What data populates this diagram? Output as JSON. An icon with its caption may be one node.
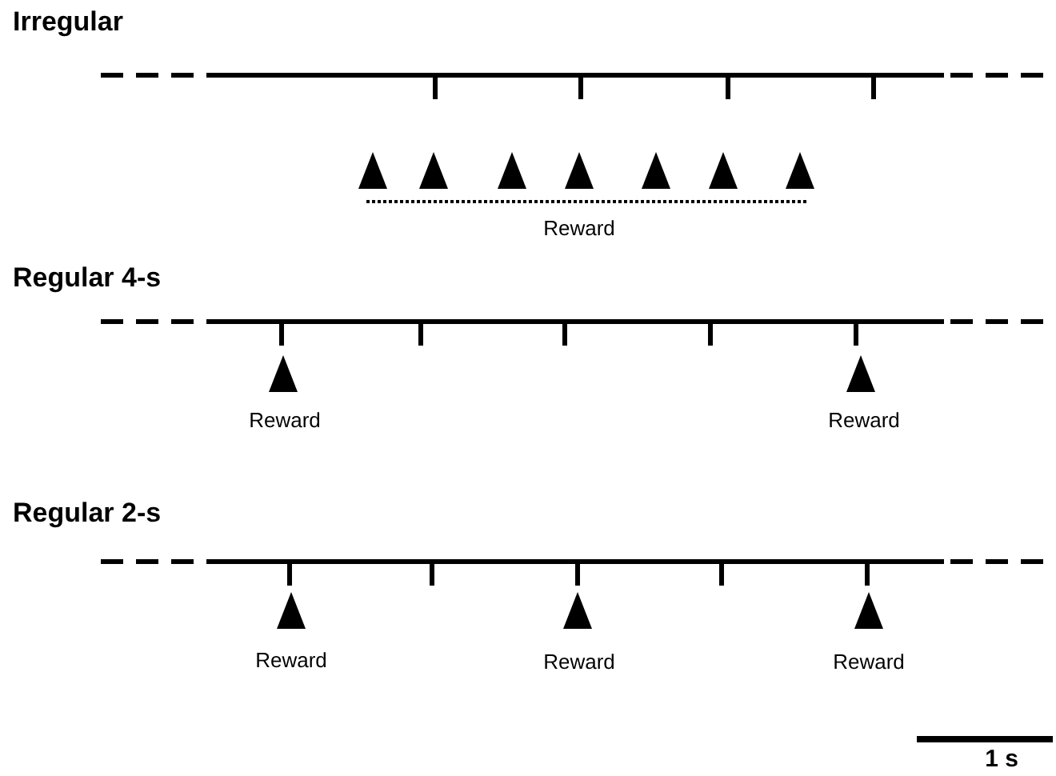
{
  "diagram": {
    "labels": [
      "Irregular",
      "Reward",
      "Regular 4-s",
      "Reward",
      "Reward",
      "Regular 2-s",
      "Reward",
      "Reward",
      "Reward",
      "1 s"
    ]
  }
}
